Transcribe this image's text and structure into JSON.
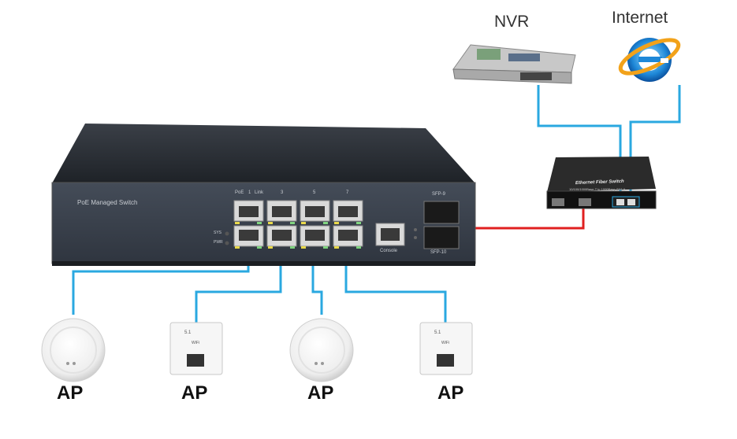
{
  "labels": {
    "nvr": "NVR",
    "internet": "Internet",
    "ap1": "AP",
    "ap2": "AP",
    "ap3": "AP",
    "ap4": "AP"
  },
  "switch": {
    "name": "PoE Managed Switch",
    "port_header_poe": "PoE",
    "port_header_1": "1",
    "port_header_link": "Link",
    "port_header_3": "3",
    "port_header_5": "5",
    "port_header_7": "7",
    "sys": "SYS",
    "pwr": "PWR",
    "console": "Console",
    "sfp9": "SFP-9",
    "sfp10": "SFP-10"
  },
  "fiber_switch": {
    "title": "Ethernet Fiber Switch",
    "subtitle": "10/100/1000Base-T to 1000Base-SX/LX"
  },
  "wall_ap": {
    "line1": "5.1",
    "line2": "WiFi"
  },
  "colors": {
    "cable_blue": "#2aa8e0",
    "fiber_red": "#e02020",
    "switch_body": "#2b2f36",
    "switch_panel": "#3e4653"
  }
}
